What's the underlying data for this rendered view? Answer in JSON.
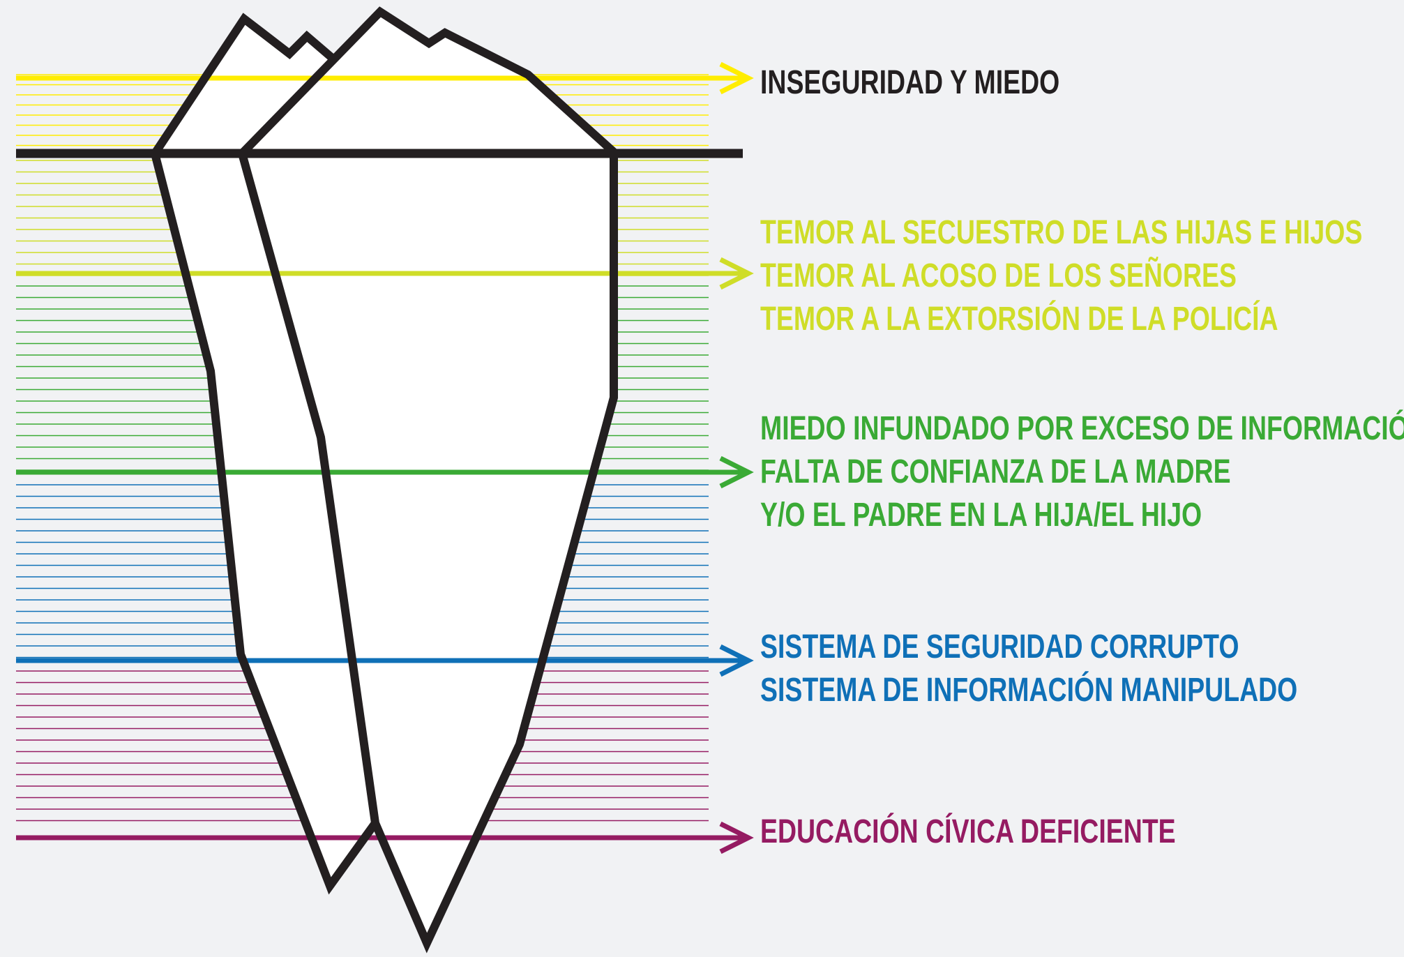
{
  "colors": {
    "background": "#f1f2f4",
    "outline": "#231f20",
    "ice": "#ffffff",
    "yellow": "#ffed00",
    "lime": "#cfdd28",
    "green": "#3aaa35",
    "blue": "#0f70b7",
    "magenta": "#951b62"
  },
  "layers": [
    {
      "id": "yellow",
      "color": "#ffed00",
      "text_color": "#231f20",
      "lines": [
        "INSEGURIDAD Y MIEDO"
      ]
    },
    {
      "id": "lime",
      "color": "#cfdd28",
      "text_color": "#cfdd28",
      "lines": [
        "TEMOR AL SECUESTRO DE LAS HIJAS E HIJOS",
        "TEMOR AL ACOSO DE LOS SEÑORES",
        "TEMOR A LA EXTORSIÓN DE LA POLICÍA"
      ]
    },
    {
      "id": "green",
      "color": "#3aaa35",
      "text_color": "#3aaa35",
      "lines": [
        "MIEDO INFUNDADO POR EXCESO DE INFORMACIÓN",
        "FALTA DE CONFIANZA DE LA MADRE",
        "Y/O EL PADRE EN LA HIJA/EL HIJO"
      ]
    },
    {
      "id": "blue",
      "color": "#0f70b7",
      "text_color": "#0f70b7",
      "lines": [
        "SISTEMA DE SEGURIDAD CORRUPTO",
        "SISTEMA DE INFORMACIÓN MANIPULADO"
      ]
    },
    {
      "id": "magenta",
      "color": "#951b62",
      "text_color": "#951b62",
      "lines": [
        "EDUCACIÓN CÍVICA DEFICIENTE"
      ]
    }
  ]
}
